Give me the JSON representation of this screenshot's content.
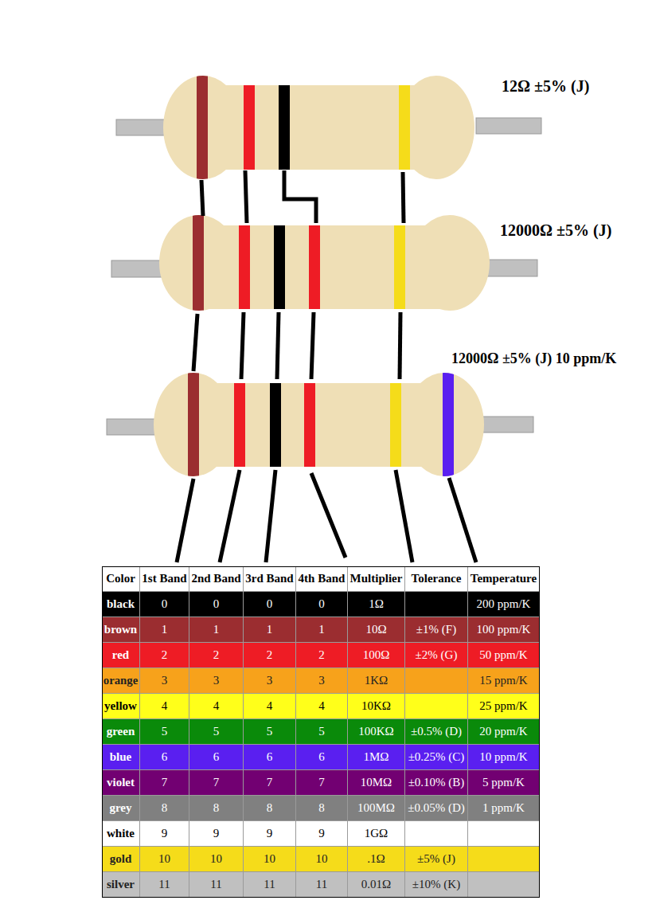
{
  "diagram": {
    "labels": [
      "12Ω ±5% (J)",
      "12000Ω ±5% (J)",
      "12000Ω ±5% (J) 10 ppm/K",
      "Color",
      "1st Band",
      "2nd Band",
      "3rd Band",
      "4th Band",
      "Multiplier",
      "Tolerance",
      "Temperature",
      "black",
      "0",
      "0",
      "0",
      "0",
      "1Ω",
      "200 ppm/K",
      "brown",
      "1",
      "1",
      "1",
      "1",
      "10Ω",
      "±1% (F)",
      "100 ppm/K",
      "red",
      "2",
      "2",
      "2",
      "2",
      "100Ω",
      "±2% (G)",
      "50 ppm/K",
      "orange",
      "3",
      "3",
      "3",
      "3",
      "1KΩ",
      "15 ppm/K",
      "yellow",
      "4",
      "4",
      "4",
      "4",
      "10KΩ",
      "25 ppm/K",
      "green",
      "5",
      "5",
      "5",
      "5",
      "100KΩ",
      "±0.5% (D)",
      "20 ppm/K",
      "blue",
      "6",
      "6",
      "6",
      "6",
      "1MΩ",
      "±0.25% (C)",
      "10 ppm/K",
      "violet",
      "7",
      "7",
      "7",
      "7",
      "10MΩ",
      "±0.10% (B)",
      "5 ppm/K",
      "grey",
      "8",
      "8",
      "8",
      "8",
      "100MΩ",
      "±0.05% (D)",
      "1 ppm/K",
      "white",
      "9",
      "9",
      "9",
      "9",
      "1GΩ",
      "gold",
      "10",
      "10",
      "10",
      "10",
      ".1Ω",
      "±5% (J)",
      "silver",
      "11",
      "11",
      "11",
      "11",
      "0.01Ω",
      "±10% (K)"
    ]
  }
}
